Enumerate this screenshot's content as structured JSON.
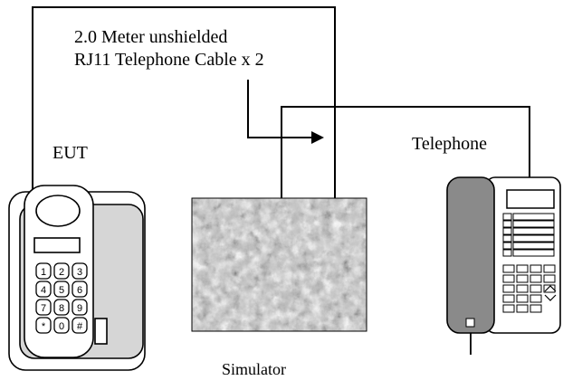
{
  "diagram": {
    "cable_label_line1": "2.0 Meter unshielded",
    "cable_label_line2": "RJ11 Telephone Cable x 2",
    "eut_label": "EUT",
    "telephone_label": "Telephone",
    "simulator_label": "Simulator",
    "eut_keypad": [
      "1",
      "2",
      "3",
      "4",
      "5",
      "6",
      "7",
      "8",
      "9",
      "*",
      "0",
      "#"
    ]
  }
}
